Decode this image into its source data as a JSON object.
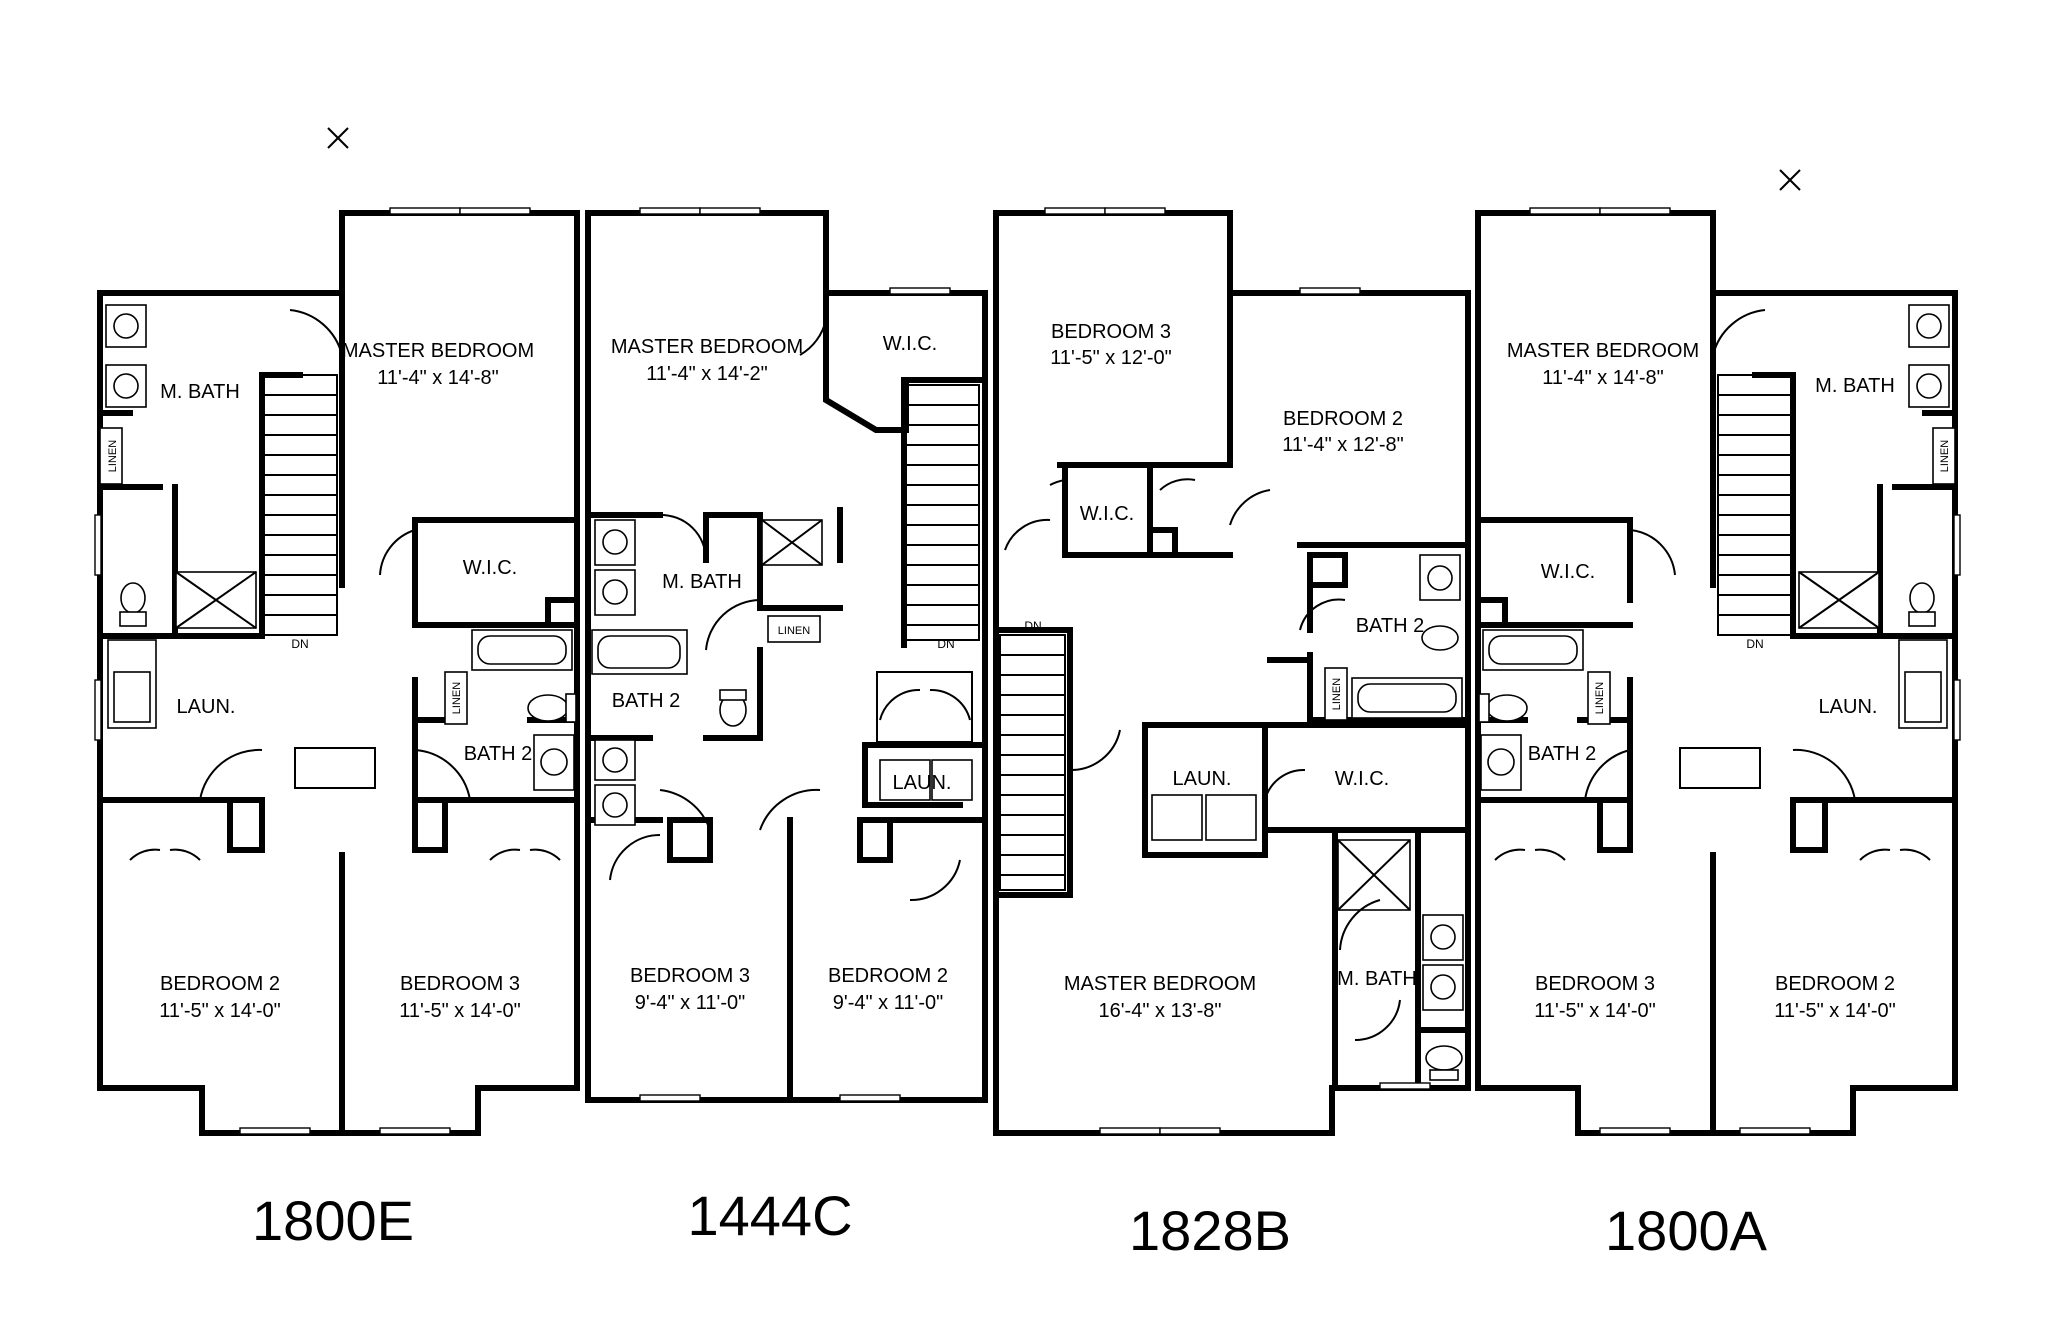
{
  "units": [
    {
      "id": "1800E",
      "label": "1800E"
    },
    {
      "id": "1444C",
      "label": "1444C"
    },
    {
      "id": "1828B",
      "label": "1828B"
    },
    {
      "id": "1800A",
      "label": "1800A"
    }
  ],
  "rooms": {
    "e_master": {
      "name": "MASTER BEDROOM",
      "size": "11'-4\" x 14'-8\""
    },
    "e_mbath": {
      "name": "M. BATH"
    },
    "e_wic": {
      "name": "W.I.C."
    },
    "e_laun": {
      "name": "LAUN."
    },
    "e_bath2": {
      "name": "BATH 2"
    },
    "e_linen_a": {
      "name": "LINEN"
    },
    "e_linen_b": {
      "name": "LINEN"
    },
    "e_dn": {
      "name": "DN"
    },
    "e_bed2": {
      "name": "BEDROOM 2",
      "size": "11'-5\" x 14'-0\""
    },
    "e_bed3": {
      "name": "BEDROOM 3",
      "size": "11'-5\" x 14'-0\""
    },
    "c_master": {
      "name": "MASTER BEDROOM",
      "size": "11'-4\" x 14'-2\""
    },
    "c_wic": {
      "name": "W.I.C."
    },
    "c_mbath": {
      "name": "M. BATH"
    },
    "c_linen": {
      "name": "LINEN"
    },
    "c_bath2": {
      "name": "BATH 2"
    },
    "c_dn": {
      "name": "DN"
    },
    "c_laun": {
      "name": "LAUN."
    },
    "c_bed3": {
      "name": "BEDROOM 3",
      "size": "9'-4\" x 11'-0\""
    },
    "c_bed2": {
      "name": "BEDROOM 2",
      "size": "9'-4\" x 11'-0\""
    },
    "b_bed3": {
      "name": "BEDROOM 3",
      "size": "11'-5\" x 12'-0\""
    },
    "b_bed2": {
      "name": "BEDROOM 2",
      "size": "11'-4\" x 12'-8\""
    },
    "b_wic1": {
      "name": "W.I.C."
    },
    "b_bath2": {
      "name": "BATH 2"
    },
    "b_linen": {
      "name": "LINEN"
    },
    "b_dn": {
      "name": "DN"
    },
    "b_laun": {
      "name": "LAUN."
    },
    "b_wic2": {
      "name": "W.I.C."
    },
    "b_master": {
      "name": "MASTER BEDROOM",
      "size": "16'-4\" x 13'-8\""
    },
    "b_mbath": {
      "name": "M. BATH"
    },
    "a_master": {
      "name": "MASTER BEDROOM",
      "size": "11'-4\" x 14'-8\""
    },
    "a_mbath": {
      "name": "M. BATH"
    },
    "a_wic": {
      "name": "W.I.C."
    },
    "a_laun": {
      "name": "LAUN."
    },
    "a_bath2": {
      "name": "BATH 2"
    },
    "a_linen_a": {
      "name": "LINEN"
    },
    "a_linen_b": {
      "name": "LINEN"
    },
    "a_dn": {
      "name": "DN"
    },
    "a_bed3": {
      "name": "BEDROOM 3",
      "size": "11'-5\" x 14'-0\""
    },
    "a_bed2": {
      "name": "BEDROOM 2",
      "size": "11'-5\" x 14'-0\""
    }
  }
}
